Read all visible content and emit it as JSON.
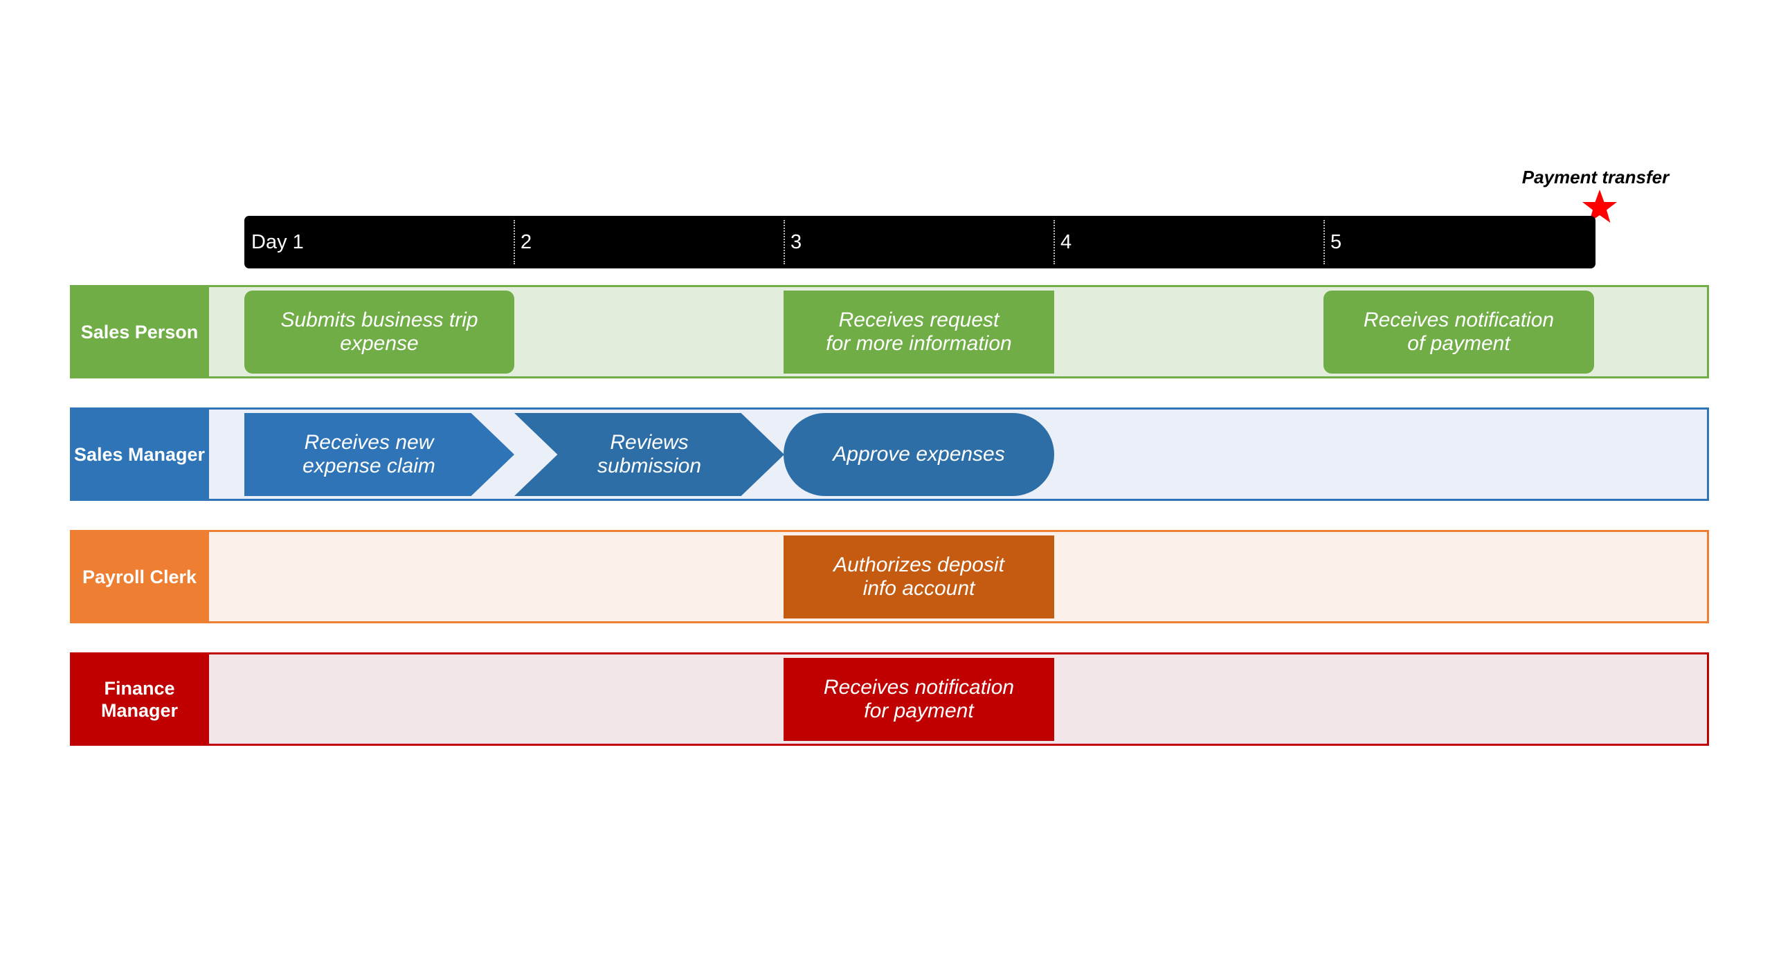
{
  "milestone": {
    "label": "Payment transfer",
    "icon": "star-icon",
    "color": "#ff0000"
  },
  "timeline": {
    "ticks": [
      "Day 1",
      "2",
      "3",
      "4",
      "5"
    ]
  },
  "lanes": [
    {
      "name": "Sales Person",
      "color": "#71ad47",
      "tasks": [
        {
          "text": "Submits business trip\nexpense",
          "day_start": 1,
          "day_end": 2,
          "shape": "rounded-rect"
        },
        {
          "text": "Receives request\nfor more information",
          "day_start": 3,
          "day_end": 4,
          "shape": "rounded-rect"
        },
        {
          "text": "Receives notification\nof payment",
          "day_start": 5,
          "day_end": 6,
          "shape": "rounded-rect"
        }
      ]
    },
    {
      "name": "Sales Manager",
      "color": "#2e74b6",
      "tasks": [
        {
          "text": "Receives new\nexpense claim",
          "day_start": 1,
          "day_end": 2,
          "shape": "chevron"
        },
        {
          "text": "Reviews\nsubmission",
          "day_start": 2,
          "day_end": 3,
          "shape": "chevron"
        },
        {
          "text": "Approve expenses",
          "day_start": 3,
          "day_end": 4,
          "shape": "pill"
        }
      ]
    },
    {
      "name": "Payroll Clerk",
      "color": "#ee7e32",
      "tasks": [
        {
          "text": "Authorizes deposit\ninfo account",
          "day_start": 3,
          "day_end": 4,
          "shape": "rect"
        }
      ]
    },
    {
      "name": "Finance\nManager",
      "color": "#c00000",
      "tasks": [
        {
          "text": "Receives notification\nfor payment",
          "day_start": 3,
          "day_end": 4,
          "shape": "rect"
        }
      ]
    }
  ]
}
